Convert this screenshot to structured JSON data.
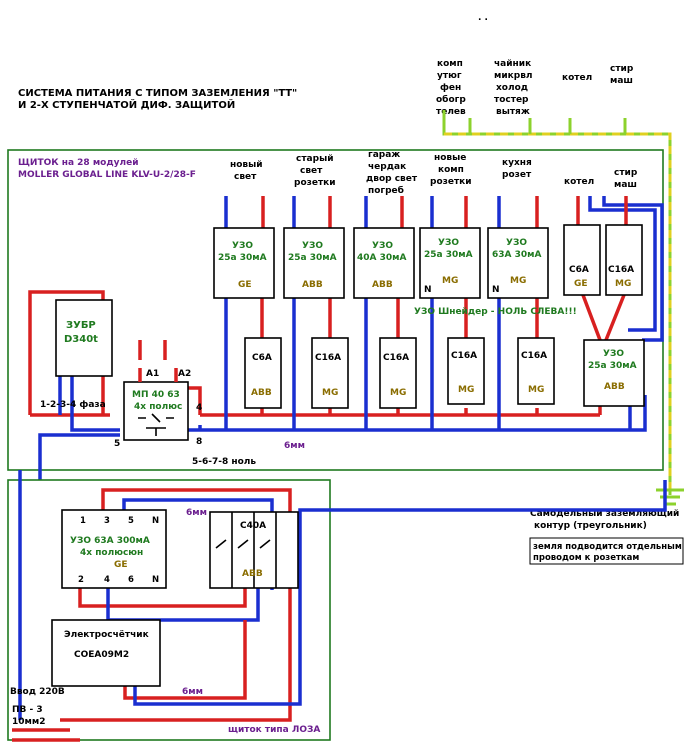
{
  "header": {
    "title_line1": "СИСТЕМА ПИТАНИЯ С ТИПОМ ЗАЗЕМЛЕНИЯ \"ТТ\"",
    "title_line2": "И 2-Х СТУПЕНЧАТОЙ ДИФ. ЗАЩИТОЙ",
    "top_marks": ". ."
  },
  "top_loads": {
    "group1": [
      "комп",
      "утюг",
      "фен",
      "обогр",
      "телев"
    ],
    "group2": [
      "чайник",
      "микрвл",
      "холод",
      "тостер",
      "вытяж"
    ],
    "group3": [
      "котел"
    ],
    "group4": [
      "стир",
      "маш"
    ]
  },
  "panel": {
    "title1": "ЩИТОК на 28 модулей",
    "title2": "MOLLER GLOBAL LINE KLV-U-2/28-F"
  },
  "groups": [
    {
      "label": [
        "новый",
        "свет"
      ],
      "rcd": [
        "УЗО",
        "25а 30мА"
      ],
      "rcd_brand": "GE",
      "cb": "C6A",
      "cb_brand": "ABB"
    },
    {
      "label": [
        "старый",
        "свет",
        "розетки"
      ],
      "rcd": [
        "УЗО",
        "25а 30мА"
      ],
      "rcd_brand": "ABB",
      "cb": "C16A",
      "cb_brand": "MG"
    },
    {
      "label": [
        "гараж",
        "чердак",
        "двор  свет",
        "погреб"
      ],
      "rcd": [
        "УЗО",
        "40А 30мА"
      ],
      "rcd_brand": "ABB",
      "cb": "C16A",
      "cb_brand": "MG"
    },
    {
      "label": [
        "новые",
        "комп",
        "розетки"
      ],
      "rcd": [
        "УЗО",
        "25а 30мА"
      ],
      "rcd_brand": "MG",
      "cb": "C16A",
      "cb_brand": "MG"
    },
    {
      "label": [
        "кухня",
        "розет"
      ],
      "rcd": [
        "УЗО",
        "63А  30мА"
      ],
      "rcd_brand": "MG",
      "cb": "C16A",
      "cb_brand": "MG"
    }
  ],
  "right_group": {
    "label_kotel": "котел",
    "label_stir": [
      "стир",
      "маш"
    ],
    "cb1": "C6A",
    "cb1_brand": "GE",
    "cb2": "C16A",
    "cb2_brand": "MG",
    "rcd": [
      "УЗО",
      "25а 30мА"
    ],
    "rcd_brand": "ABB"
  },
  "schneider_note": "УЗО Шнейдер - НОЛЬ СЛЕВА!!!",
  "n_mark": "N",
  "relay": {
    "name": "ЗУБР",
    "model": "D340t"
  },
  "contactor": {
    "line1": "МП 40 63",
    "line2": "4х полюс",
    "a1": "A1",
    "a2": "A2",
    "pin4": "4",
    "pin5": "5",
    "pin8": "8"
  },
  "labels": {
    "phase": "1-2-3-4 фаза",
    "neutral": "5-6-7-8 ноль",
    "wire6mm": "6мм"
  },
  "ground": {
    "note1": "Самодельный заземляющий",
    "note2": "контур (треугольник)",
    "box1": "земля подводится отдельным",
    "box2": "проводом к розеткам"
  },
  "lower_panel": {
    "rcd_pins_top": [
      "1",
      "3",
      "5",
      "N"
    ],
    "rcd_pins_bottom": [
      "2",
      "4",
      "6",
      "N"
    ],
    "rcd_line1": "УЗО 63А 300мА",
    "rcd_line2": "4х полюсюн",
    "rcd_brand": "GE",
    "breaker": "C40A",
    "breaker_brand": "ABB",
    "meter_title": "Электросчётчик",
    "meter_model": "СОЕА09М2",
    "input": "Ввод 220В",
    "cable1": "ПВ - 3",
    "cable2": "10мм2",
    "title": "щиток типа ЛОЗА"
  }
}
